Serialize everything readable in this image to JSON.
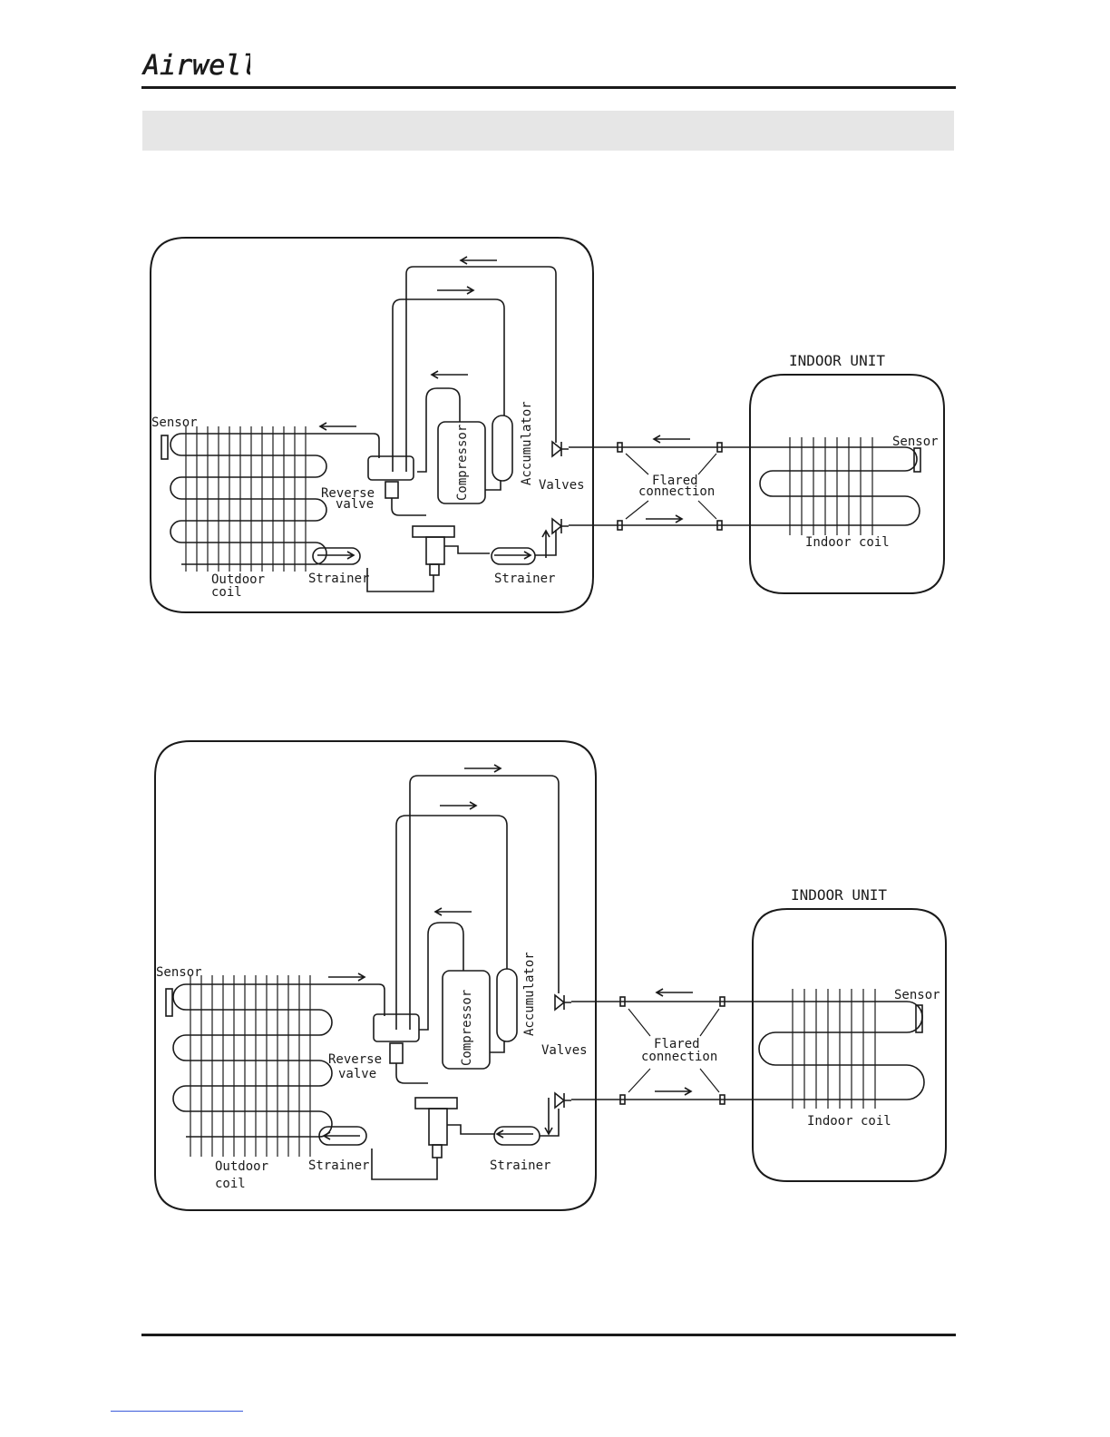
{
  "brand": {
    "logo_text": "Airwell"
  },
  "diagrams": [
    {
      "labels": {
        "indoor_unit": "INDOOR UNIT",
        "sensor_outdoor": "Sensor",
        "sensor_indoor": "Sensor",
        "reverse_valve": [
          "Reverse",
          "valve"
        ],
        "compressor": "Compressor",
        "accumulator": "Accumulator",
        "valves": "Valves",
        "flared_connection": [
          "Flared",
          "connection"
        ],
        "indoor_coil": "Indoor coil",
        "outdoor_coil": [
          "Outdoor",
          "coil"
        ],
        "strainer_left": "Strainer",
        "strainer_right": "Strainer"
      }
    },
    {
      "labels": {
        "indoor_unit": "INDOOR UNIT",
        "sensor_outdoor": "Sensor",
        "sensor_indoor": "Sensor",
        "reverse_valve": [
          "Reverse",
          "valve"
        ],
        "compressor": "Compressor",
        "accumulator": "Accumulator",
        "valves": "Valves",
        "flared_connection": [
          "Flared",
          "connection"
        ],
        "indoor_coil": "Indoor coil",
        "outdoor_coil": [
          "Outdoor",
          "coil"
        ],
        "strainer_left": "Strainer",
        "strainer_right": "Strainer"
      }
    }
  ]
}
